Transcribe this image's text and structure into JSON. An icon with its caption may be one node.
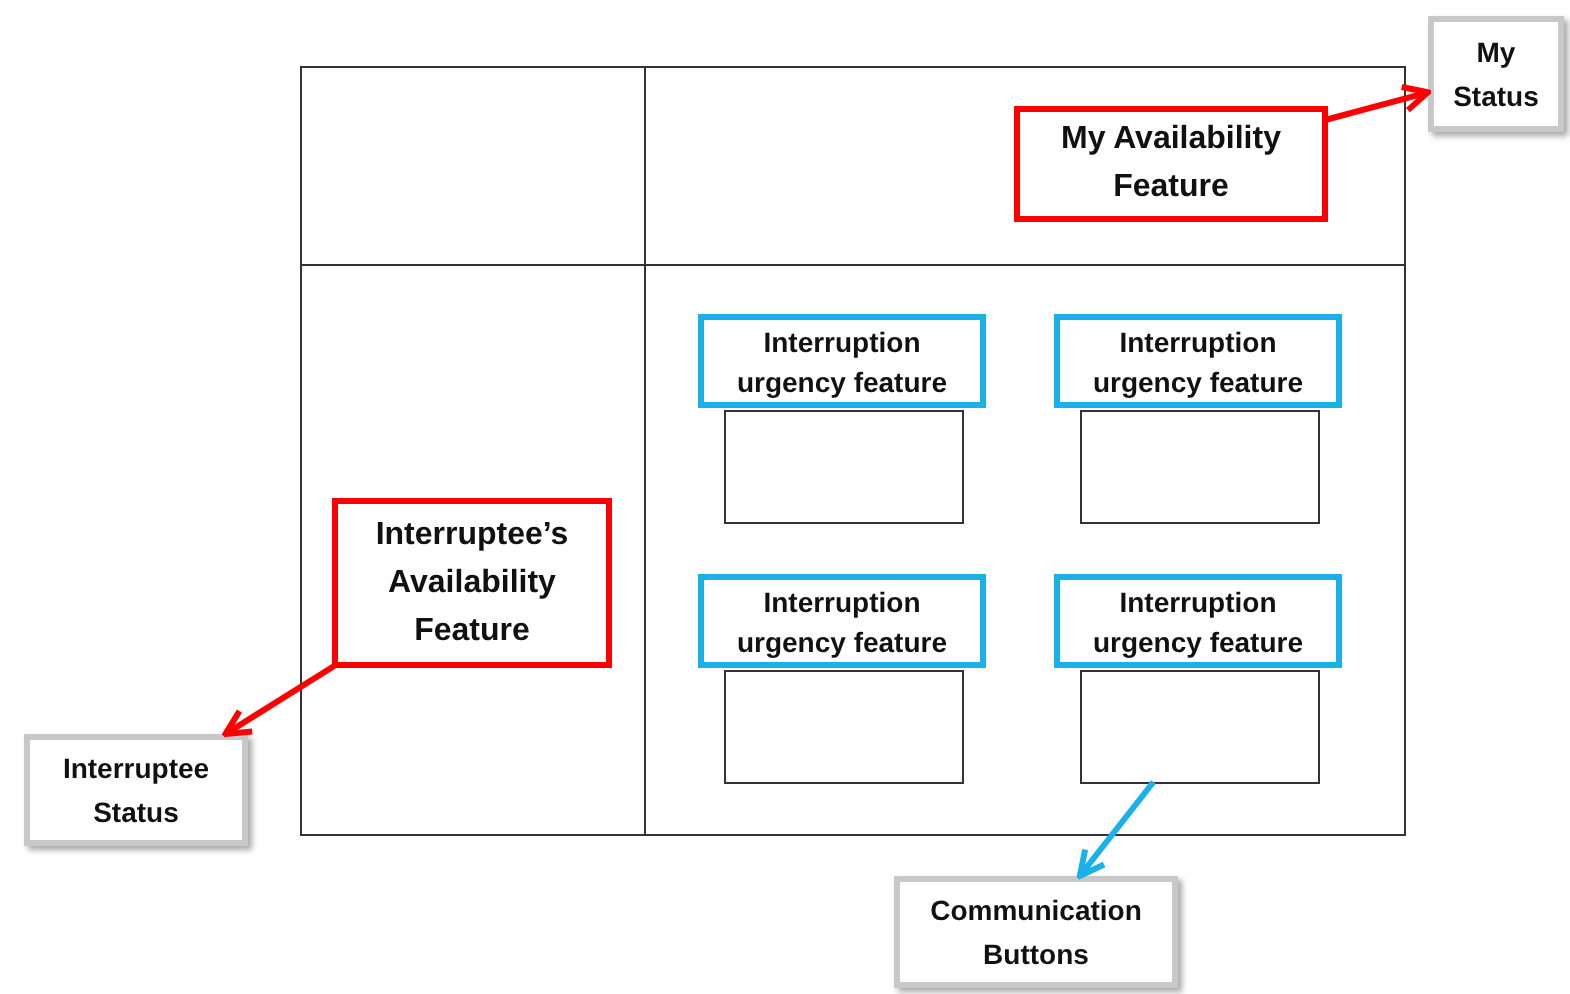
{
  "diagram": {
    "nodes": [
      {
        "text": [],
        "shape": "box"
      },
      {
        "text": [
          "My Status"
        ]
      },
      {
        "text": [
          "My Availability Feature"
        ],
        "in": 0
      },
      {
        "text": [
          "Interruption urgency feature"
        ],
        "in": 0
      },
      {
        "text": [
          "Interruption urgency feature"
        ],
        "in": 0
      },
      {
        "text": [],
        "shape": "box",
        "in": 0
      },
      {
        "text": [],
        "shape": "box",
        "in": 0
      },
      {
        "text": [
          "Interruptee’s Availability Feature"
        ],
        "in": 0
      },
      {
        "text": [
          "Interruption urgency feature"
        ],
        "in": 0
      },
      {
        "text": [
          "Interruption urgency feature"
        ],
        "in": 0
      },
      {
        "text": [],
        "shape": "box",
        "in": 0
      },
      {
        "text": [],
        "shape": "box",
        "in": 0
      },
      {
        "text": [
          "Interruptee Status"
        ]
      },
      {
        "text": [
          "Communication Buttons"
        ]
      }
    ],
    "edges": [
      {
        "from": 2,
        "to": 1,
        "arrow": "to"
      },
      {
        "from": 7,
        "to": 12,
        "arrow": "to"
      },
      {
        "from": 11,
        "to": 13,
        "arrow": "to",
        "color": "#1ab0e8"
      }
    ]
  }
}
